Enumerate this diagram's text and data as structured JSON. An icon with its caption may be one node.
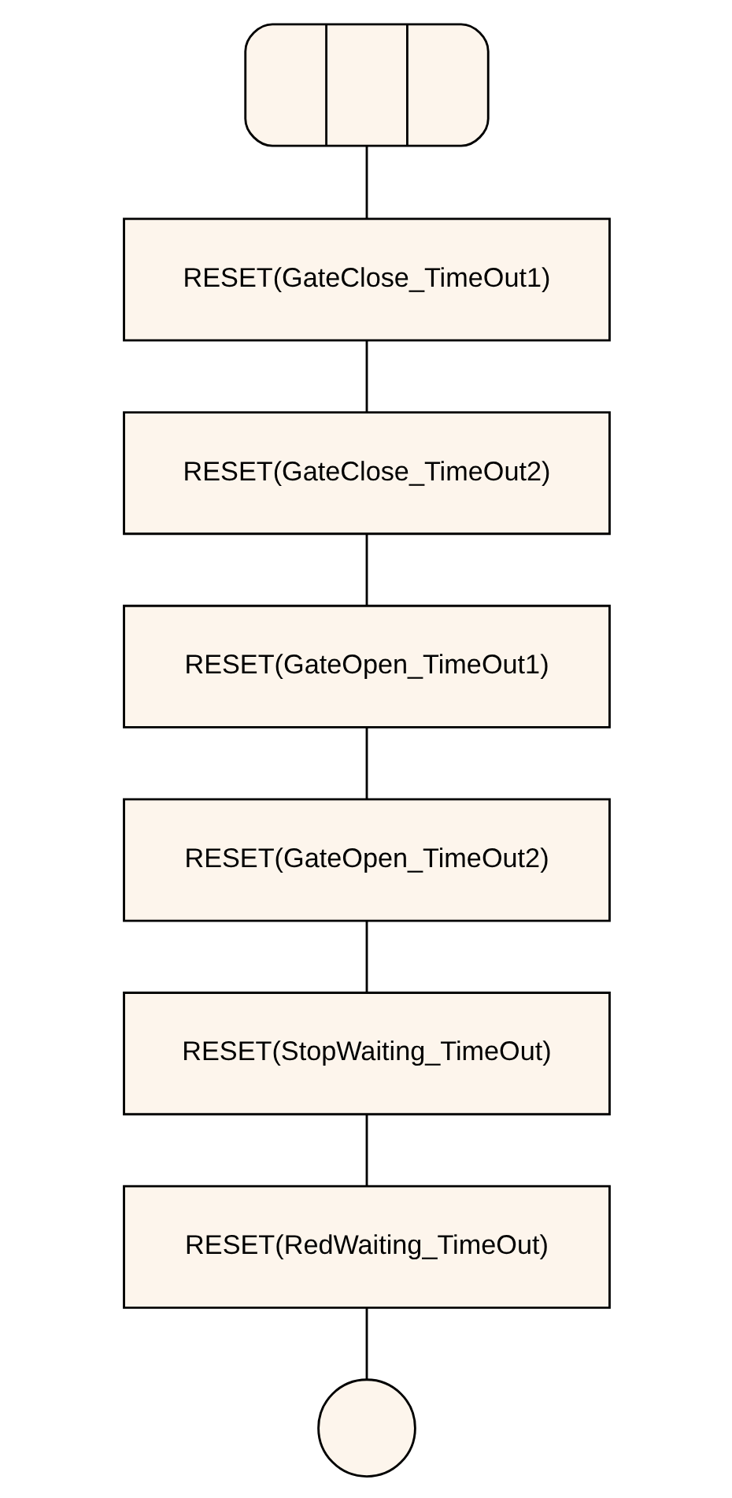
{
  "diagram": {
    "nodes": [
      {
        "text": [],
        "shape": "terminator"
      },
      {
        "text": [
          "RESET(GateClose_TimeOut1)"
        ]
      },
      {
        "text": [
          "RESET(GateClose_TimeOut2)"
        ]
      },
      {
        "text": [
          "RESET(GateOpen_TimeOut1)"
        ]
      },
      {
        "text": [
          "RESET(GateOpen_TimeOut2)"
        ]
      },
      {
        "text": [
          "RESET(StopWaiting_TimeOut)"
        ]
      },
      {
        "text": [
          "RESET(RedWaiting_TimeOut)"
        ]
      },
      {
        "text": [],
        "shape": "circle"
      }
    ],
    "edges": [
      {
        "from": 0,
        "to": 1,
        "arrow": "none"
      },
      {
        "from": 1,
        "to": 2,
        "arrow": "none"
      },
      {
        "from": 2,
        "to": 3,
        "arrow": "none"
      },
      {
        "from": 3,
        "to": 4,
        "arrow": "none"
      },
      {
        "from": 4,
        "to": 5,
        "arrow": "none"
      },
      {
        "from": 5,
        "to": 6,
        "arrow": "none"
      },
      {
        "from": 6,
        "to": 7,
        "arrow": "none"
      }
    ]
  }
}
